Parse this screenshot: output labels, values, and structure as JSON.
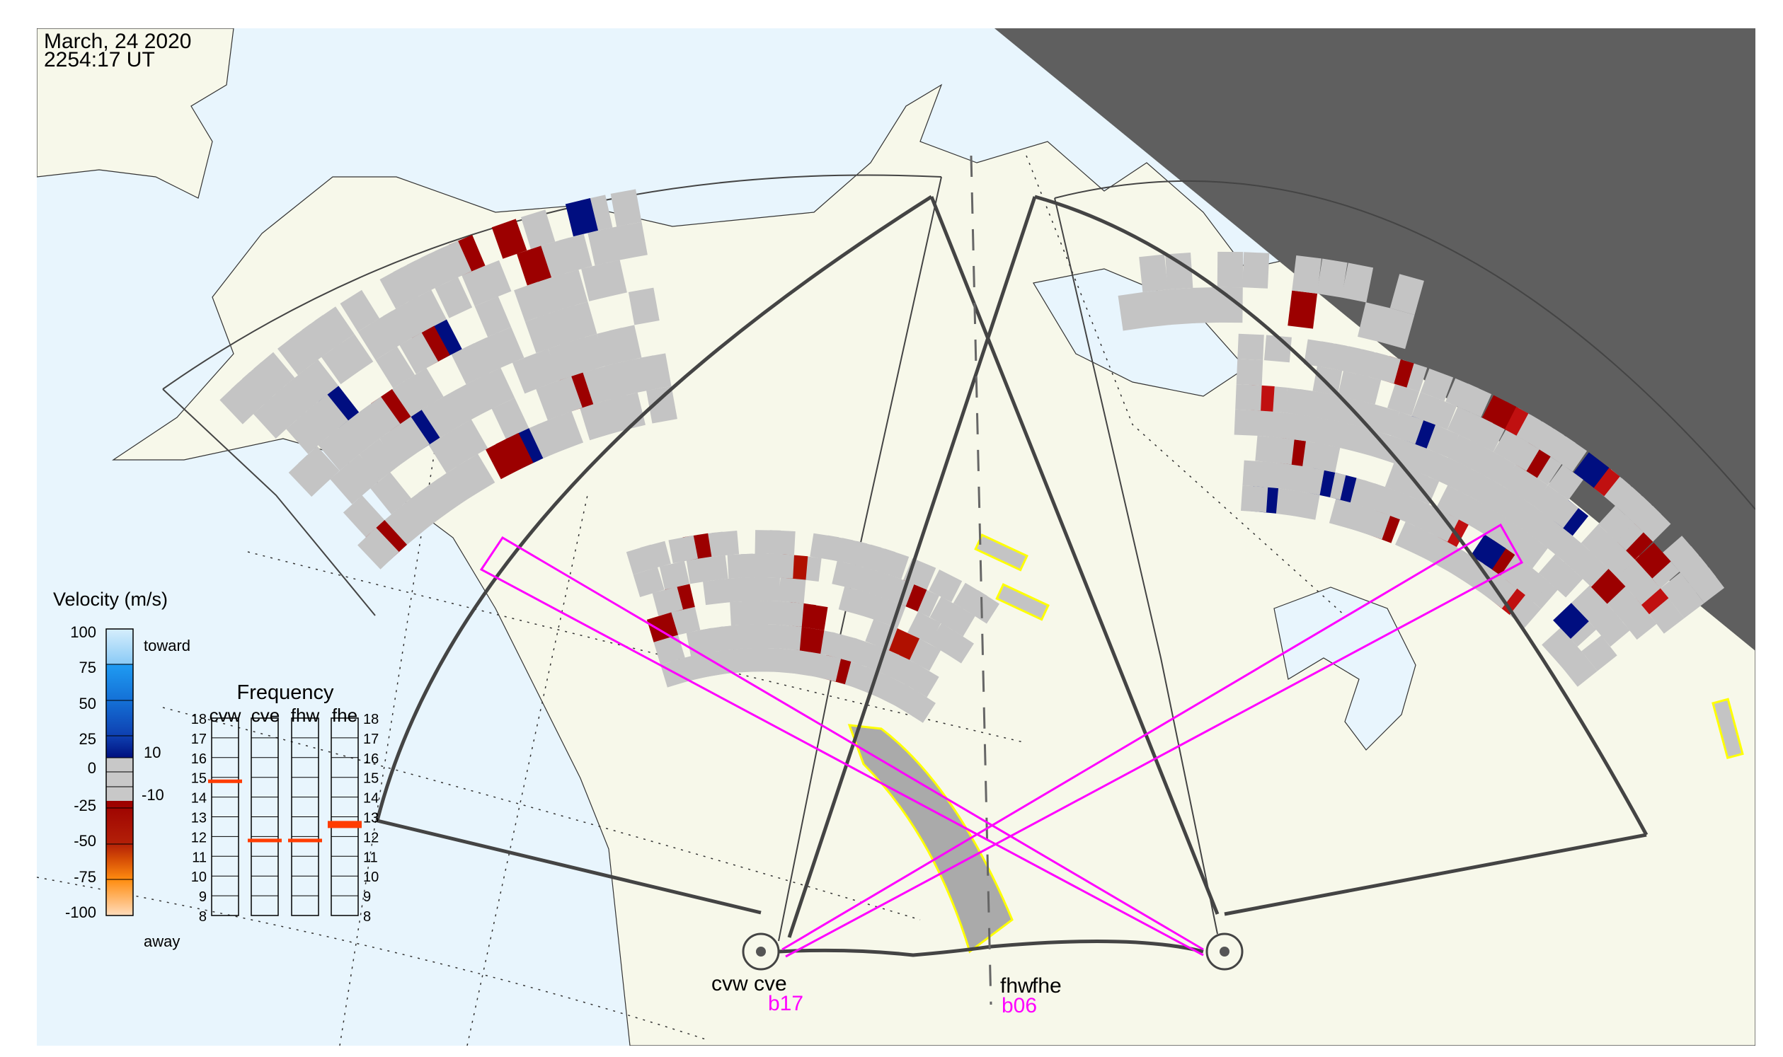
{
  "header": {
    "date": "March, 24 2020",
    "time": "2254:17 UT"
  },
  "colors": {
    "ocean": "#e8f5fd",
    "land": "#f7f8ea",
    "night": "#5f5f5f",
    "fov": "#444444",
    "beam": "#ff00ff",
    "highlight": "#ffff00",
    "ground_scatter": "#c4c4c4"
  },
  "velocity_legend": {
    "title": "Velocity (m/s)",
    "ticks": [
      "100",
      "75",
      "50",
      "25",
      "0",
      "-25",
      "-50",
      "-75",
      "-100"
    ],
    "inner_ticks": [
      "10",
      "-10"
    ],
    "toward_label": "toward",
    "away_label": "away"
  },
  "frequency_panel": {
    "title": "Frequency",
    "radars": [
      {
        "name": "cvw",
        "freq_mhz": 14.8
      },
      {
        "name": "cve",
        "freq_mhz": 11.8
      },
      {
        "name": "fhw",
        "freq_mhz": 11.8
      },
      {
        "name": "fhe",
        "freq_mhz": 12.7
      }
    ],
    "scale": [
      "18",
      "17",
      "16",
      "15",
      "14",
      "13",
      "12",
      "11",
      "10",
      "9",
      "8"
    ]
  },
  "sites": [
    {
      "west": "cvw",
      "east": "cve",
      "beam": "b17"
    },
    {
      "west": "fhw",
      "east": "fhe",
      "beam": "b06"
    }
  ]
}
